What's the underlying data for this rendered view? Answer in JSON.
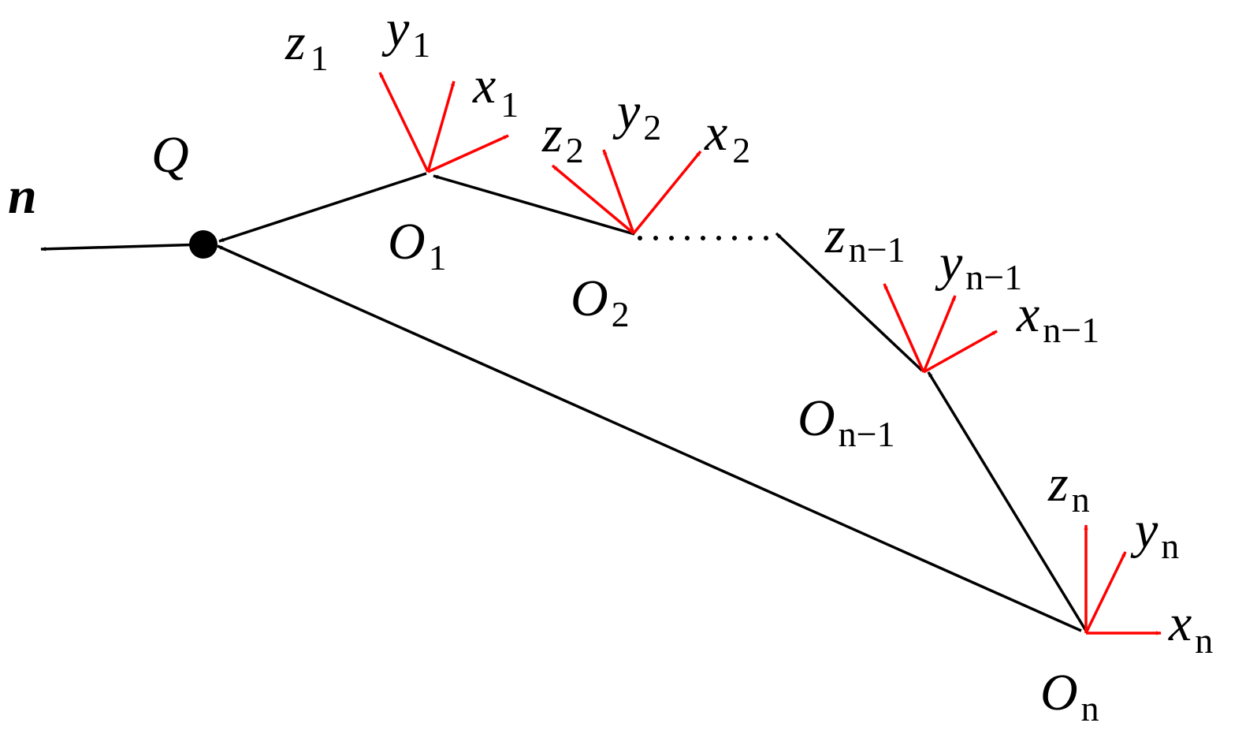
{
  "colors": {
    "link": "#000000",
    "frame_axes": "#ff0000",
    "background": "#ffffff"
  },
  "labels": {
    "n": {
      "main": "n",
      "sub": ""
    },
    "Q": {
      "main": "Q",
      "sub": ""
    },
    "O1": {
      "main": "O",
      "sub": "1"
    },
    "O2": {
      "main": "O",
      "sub": "2"
    },
    "On1": {
      "main": "O",
      "sub": "n−1"
    },
    "On": {
      "main": "O",
      "sub": "n"
    },
    "z1": {
      "main": "z",
      "sub": "1"
    },
    "y1": {
      "main": "y",
      "sub": "1"
    },
    "x1": {
      "main": "x",
      "sub": "1"
    },
    "z2": {
      "main": "z",
      "sub": "2"
    },
    "y2": {
      "main": "y",
      "sub": "2"
    },
    "x2": {
      "main": "x",
      "sub": "2"
    },
    "zn1": {
      "main": "z",
      "sub": "n−1"
    },
    "yn1": {
      "main": "y",
      "sub": "n−1"
    },
    "xn1": {
      "main": "x",
      "sub": "n−1"
    },
    "zn": {
      "main": "z",
      "sub": "n"
    },
    "yn": {
      "main": "y",
      "sub": "n"
    },
    "xn": {
      "main": "x",
      "sub": "n"
    }
  }
}
